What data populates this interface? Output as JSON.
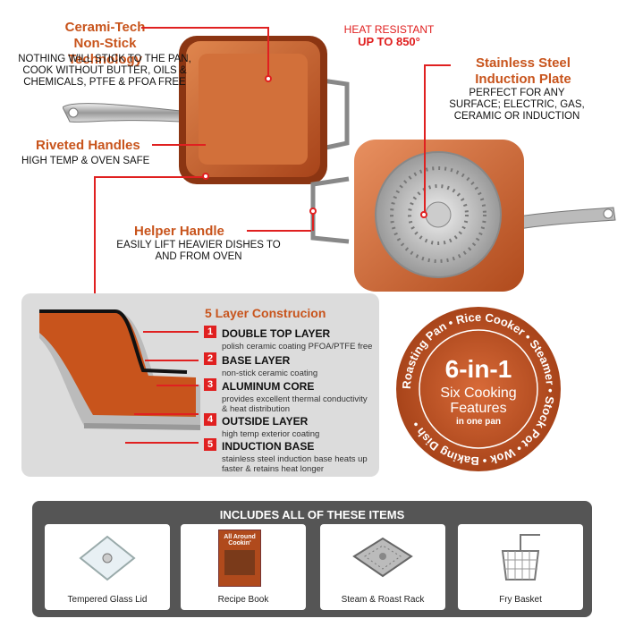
{
  "ceramitech": {
    "title_line1": "Cerami-Tech",
    "title_line2": "Non-Stick Technology",
    "desc_line1": "NOTHING WILL STICK TO THE PAN,",
    "desc_line2": "COOK WITHOUT BUTTER, OILS &",
    "desc_line3": "CHEMICALS, PTFE & PFOA FREE"
  },
  "heat": {
    "line1": "HEAT RESISTANT",
    "line2": "UP TO 850°"
  },
  "induction": {
    "title_line1": "Stainless Steel",
    "title_line2": "Induction Plate",
    "desc_line1": "PERFECT FOR ANY",
    "desc_line2": "SURFACE; ELECTRIC, GAS,",
    "desc_line3": "CERAMIC OR INDUCTION"
  },
  "riveted": {
    "title": "Riveted Handles",
    "desc": "HIGH TEMP & OVEN SAFE"
  },
  "helper": {
    "title": "Helper Handle",
    "desc_line1": "EASILY LIFT HEAVIER DISHES TO",
    "desc_line2": "AND FROM OVEN"
  },
  "layers": {
    "title": "5 Layer Construcion",
    "items": [
      {
        "num": "1",
        "title": "DOUBLE TOP LAYER",
        "desc": "polish ceramic coating PFOA/PTFE free"
      },
      {
        "num": "2",
        "title": "BASE LAYER",
        "desc": "non-stick ceramic coating"
      },
      {
        "num": "3",
        "title": "ALUMINUM CORE",
        "desc": "provides excellent thermal conductivity & heat distribution"
      },
      {
        "num": "4",
        "title": "OUTSIDE LAYER",
        "desc": "high temp exterior coating"
      },
      {
        "num": "5",
        "title": "INDUCTION BASE",
        "desc": "stainless steel induction base heats up faster & retains heat longer"
      }
    ]
  },
  "badge": {
    "big": "6-in-1",
    "line1": "Six Cooking",
    "line2": "Features",
    "line3": "in one pan",
    "ring": "Roasting Pan • Rice Cooker • Steamer • Stock Pot • Wok • Baking Dish •"
  },
  "items": {
    "title": "INCLUDES ALL OF THESE ITEMS",
    "cards": [
      {
        "label": "Tempered Glass Lid"
      },
      {
        "label": "Recipe Book",
        "book_title": "All Around Cookin'"
      },
      {
        "label": "Steam & Roast Rack"
      },
      {
        "label": "Fry Basket"
      }
    ]
  },
  "colors": {
    "copper": "#c8541c",
    "red": "#e02020",
    "panel": "#dcdcdc",
    "items_bg": "#555555"
  }
}
